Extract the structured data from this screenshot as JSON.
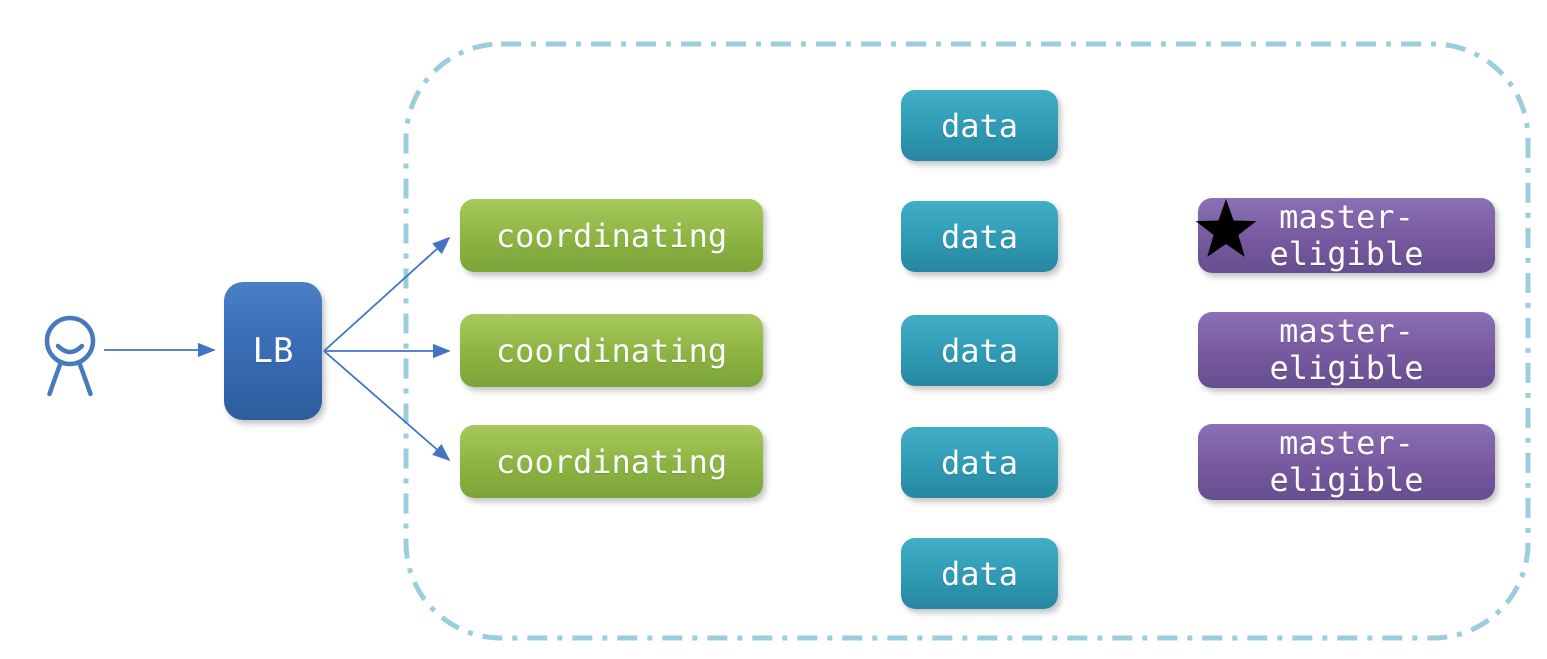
{
  "diagram": {
    "description": "Load-balanced cluster topology diagram",
    "client": {
      "icon": "person-icon"
    },
    "load_balancer": {
      "label": "LB"
    },
    "cluster": {
      "coordinating_nodes": [
        {
          "label": "coordinating"
        },
        {
          "label": "coordinating"
        },
        {
          "label": "coordinating"
        }
      ],
      "data_nodes": [
        {
          "label": "data"
        },
        {
          "label": "data"
        },
        {
          "label": "data"
        },
        {
          "label": "data"
        },
        {
          "label": "data"
        }
      ],
      "master_eligible_nodes": [
        {
          "label": "master-eligible",
          "elected_master": true,
          "icon": "star-icon"
        },
        {
          "label": "master-eligible",
          "elected_master": false
        },
        {
          "label": "master-eligible",
          "elected_master": false
        }
      ]
    },
    "colors": {
      "lb_fill": "#3a6fb8",
      "coordinating_fill": "#8cb442",
      "data_fill": "#2f9ab4",
      "master_fill": "#77599f",
      "arrow": "#4472c4",
      "person": "#4779bd",
      "cluster_border": "#9bcedd",
      "star": "#000000",
      "label_text": "#ffffff"
    }
  }
}
